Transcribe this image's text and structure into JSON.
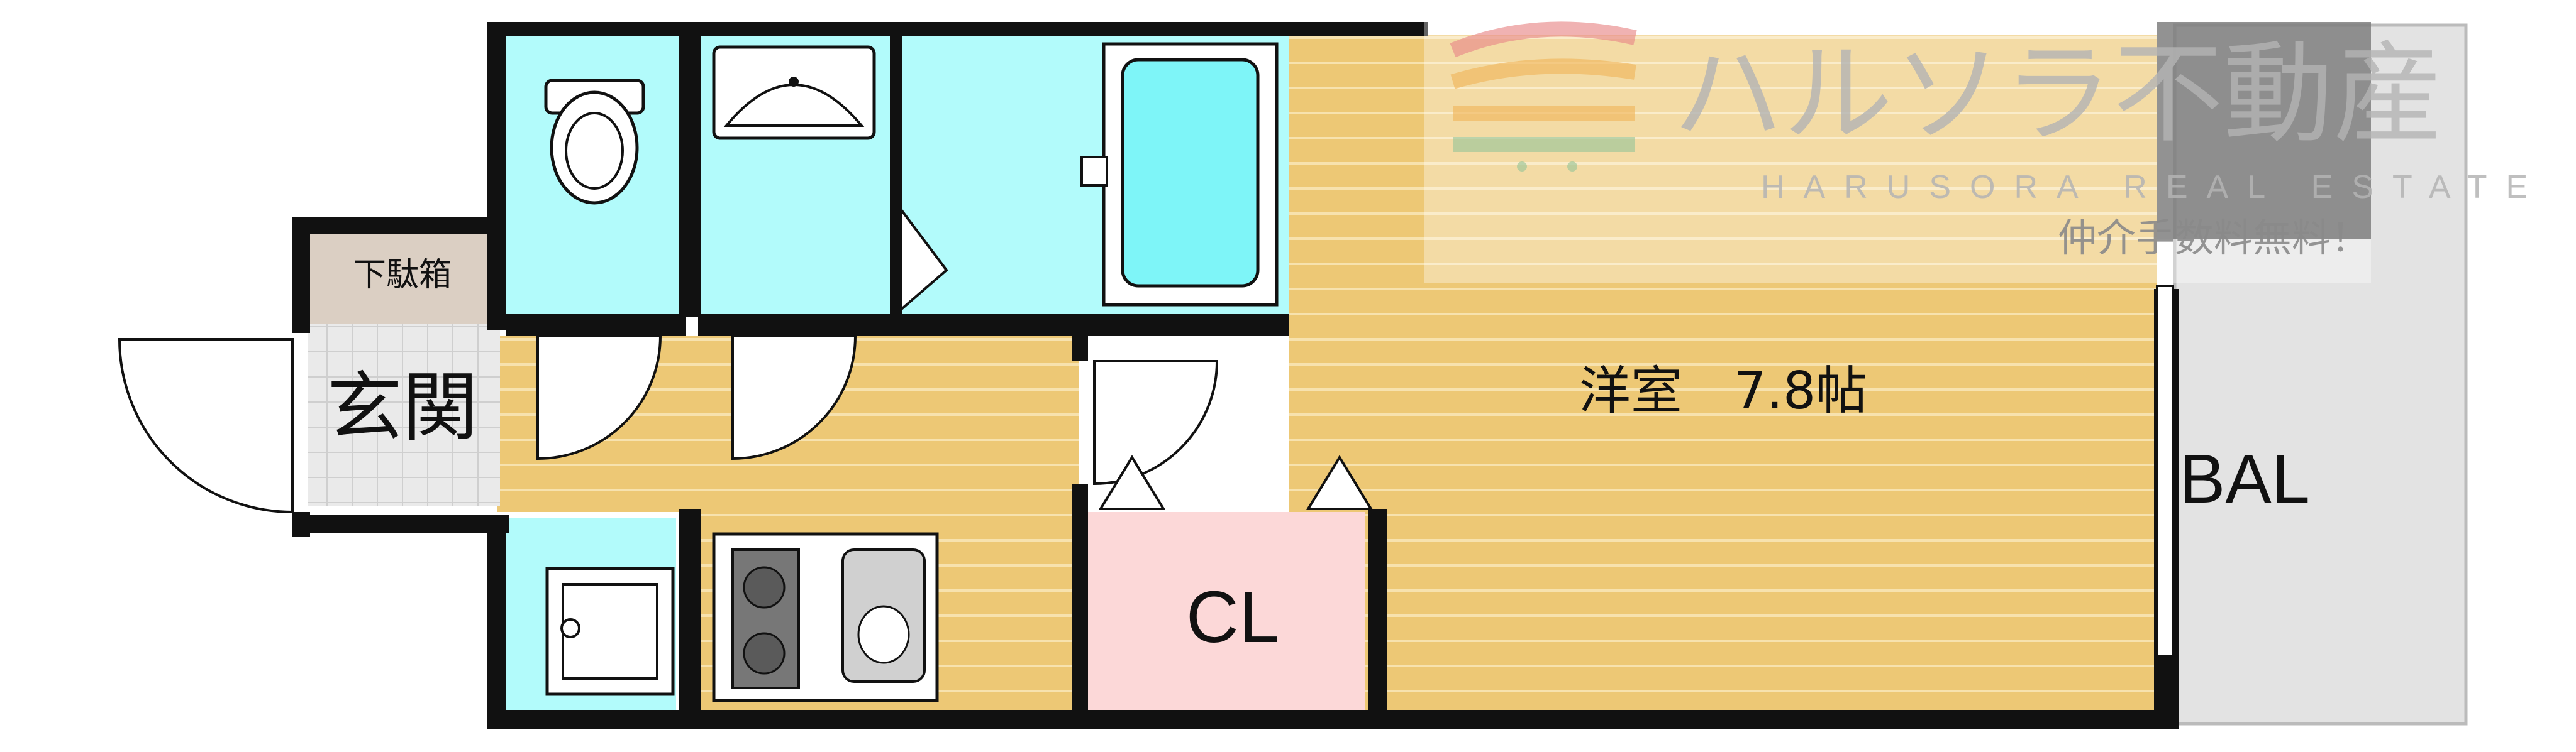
{
  "floor_plan": {
    "rooms": {
      "shoe_box": "下駄箱",
      "entrance": "玄関",
      "western_room": "洋室　7.8帖",
      "closet": "CL",
      "balcony": "BAL"
    }
  },
  "watermark": {
    "company_name": "ハルソラ不動産",
    "company_name_en": "HARUSORA REAL ESTATE",
    "tagline": "仲介手数料無料！"
  },
  "colors": {
    "floor_wood": "#edc875",
    "floor_stripe": "#f7e2ae",
    "wet_area": "#b2fbfb",
    "bathtub": "#7ef5f8",
    "closet": "#fcd8d8",
    "balcony": "#e3e3e3",
    "shoe_box": "#dbcfc3",
    "entrance_tile": "#e6e6e6",
    "wall": "#111111",
    "watermark_gray": "#b4b4b4",
    "watermark_dark": "#8a8a8a",
    "logo_red": "#e98a8a",
    "logo_orange": "#f1b75d",
    "logo_green": "#9cc79a"
  }
}
